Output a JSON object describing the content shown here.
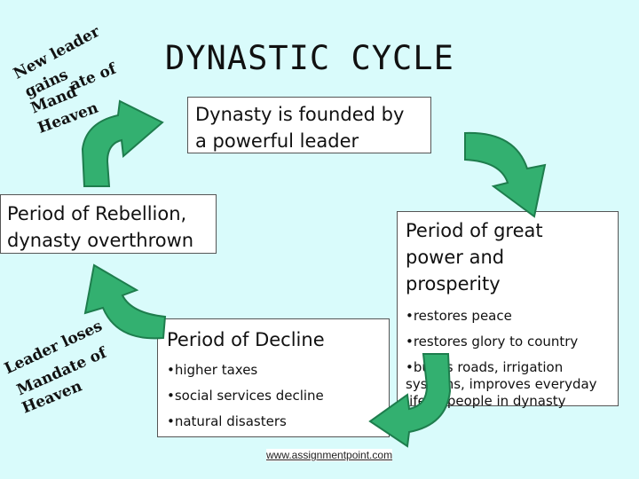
{
  "title": "DYNASTIC CYCLE",
  "founded": {
    "line1": "Dynasty is founded by",
    "line2": "a powerful leader"
  },
  "rebellion": {
    "line1": "Period of Rebellion,",
    "line2": "dynasty overthrown"
  },
  "power": {
    "line1": "Period of great",
    "line2": "power and",
    "line3": "prosperity",
    "bullets": [
      "•restores peace",
      "•restores glory to country",
      "•builds roads, irrigation",
      "systems, improves everyday",
      "life of people in dynasty"
    ]
  },
  "decline": {
    "heading": "Period of Decline",
    "bullets": [
      "•higher taxes",
      "•social services decline",
      "•natural disasters"
    ]
  },
  "gains_label": "New leader gains Mandate of Heaven",
  "loses_label": "Leader loses Mandate of Heaven",
  "footer": "www.assignmentpoint.com",
  "colors": {
    "background": "#d9fbfb",
    "arrow_fill": "#33b070",
    "arrow_stroke": "#1e7d4d"
  }
}
